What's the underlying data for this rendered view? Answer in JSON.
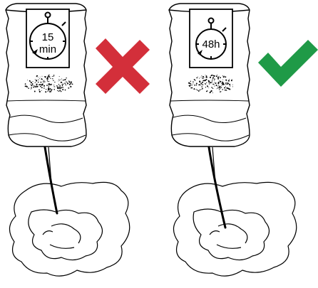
{
  "panels": [
    {
      "timer_line1": "15",
      "timer_line2": "min",
      "verdict_icon": "cross-icon",
      "verdict_color": "#d32f3a"
    },
    {
      "timer_line1": "48h",
      "verdict_icon": "check-icon",
      "verdict_color": "#1f9a47"
    }
  ],
  "colors": {
    "stroke": "#000000",
    "background": "#ffffff"
  }
}
